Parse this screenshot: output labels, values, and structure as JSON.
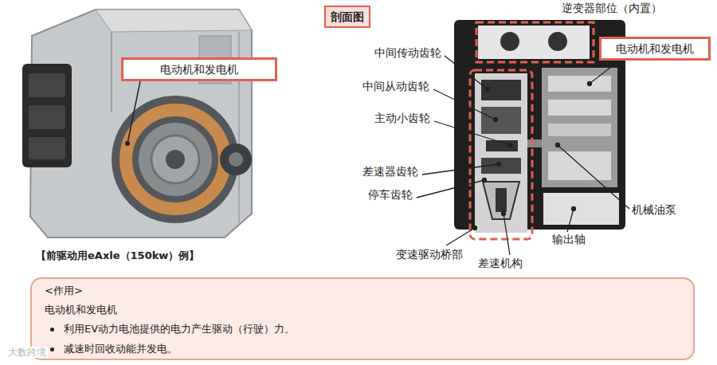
{
  "diagram": {
    "nodes": [
      {
        "text": [
          "电动机和发电机"
        ]
      },
      {
        "text": [
          "剖面图"
        ]
      },
      {
        "text": [
          "电动机和发电机"
        ]
      },
      {
        "text": [
          "<作用>",
          "电动机和发电机",
          "利用EV动力电池提供的电力产生驱动（行驶）力。",
          "减速时回收动能并发电。"
        ]
      }
    ],
    "labels": [
      "逆变器部位（内置）",
      "中间传动齿轮",
      "中间从动齿轮",
      "主动小齿轮",
      "差速器齿轮",
      "停车齿轮",
      "变速驱动桥部",
      "差速机构",
      "输出轴",
      "机械油泵",
      "【前驱动用eAxle（150kw）例】",
      "大数跨境"
    ]
  }
}
